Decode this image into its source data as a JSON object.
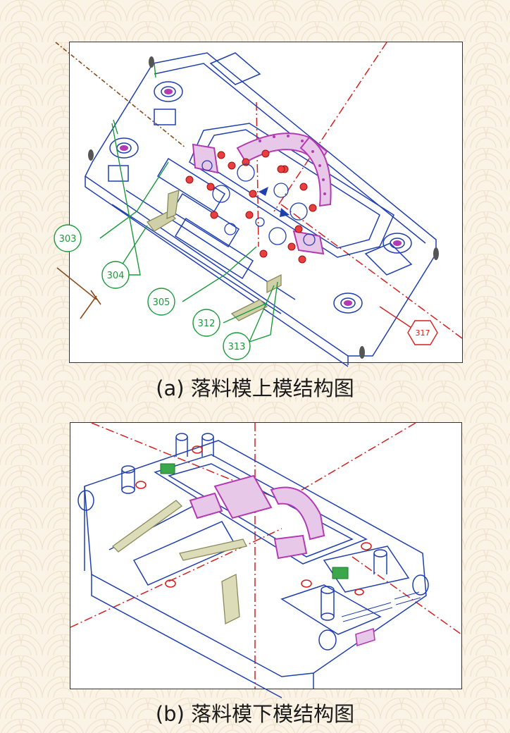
{
  "figure_a": {
    "caption": "(a) 落料模上模结构图",
    "callouts": [
      "303",
      "304",
      "305",
      "312",
      "313",
      "317"
    ]
  },
  "figure_b": {
    "caption": "(b) 落料模下模结构图"
  },
  "colors": {
    "background": "#faf3e6",
    "pattern": "#efe3cc",
    "outline": "#1f3fb0",
    "centerline": "#d42020",
    "callout_green": "#1a9a3a",
    "callout_red": "#d42020",
    "part_magenta": "#b43ab4",
    "part_olive": "#8a8a5a",
    "leader_brown": "#8a4a1a"
  }
}
